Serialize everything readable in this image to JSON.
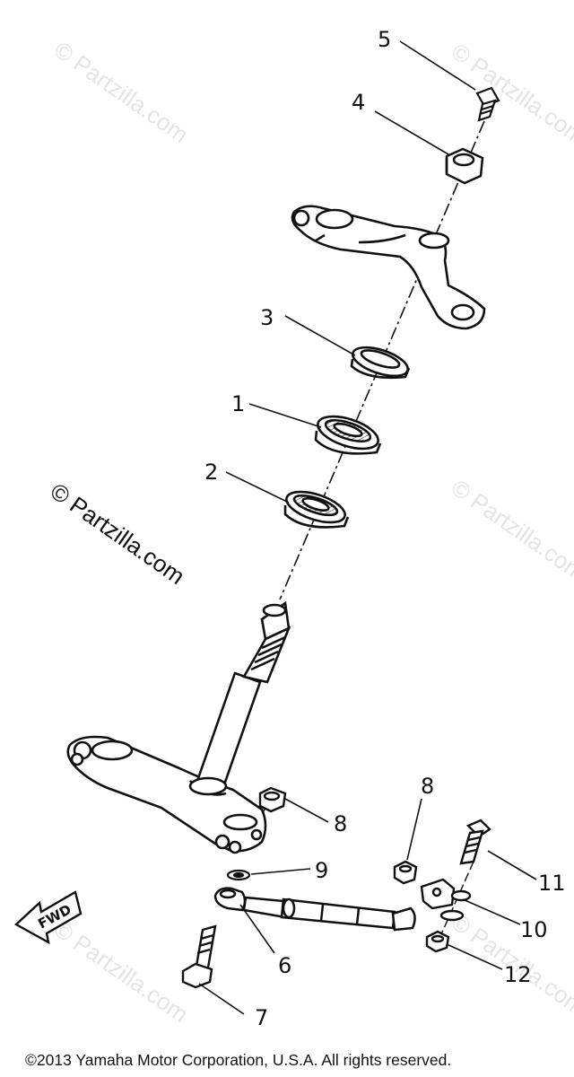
{
  "watermarks": {
    "faint": "© Partzilla.com",
    "main": "© Partzilla.com"
  },
  "callouts": [
    "1",
    "2",
    "3",
    "4",
    "5",
    "6",
    "7",
    "8",
    "8",
    "9",
    "10",
    "11",
    "12"
  ],
  "fwd_label": "FWD",
  "footer": "©2013  Yamaha Motor Corporation, U.S.A. All rights reserved."
}
